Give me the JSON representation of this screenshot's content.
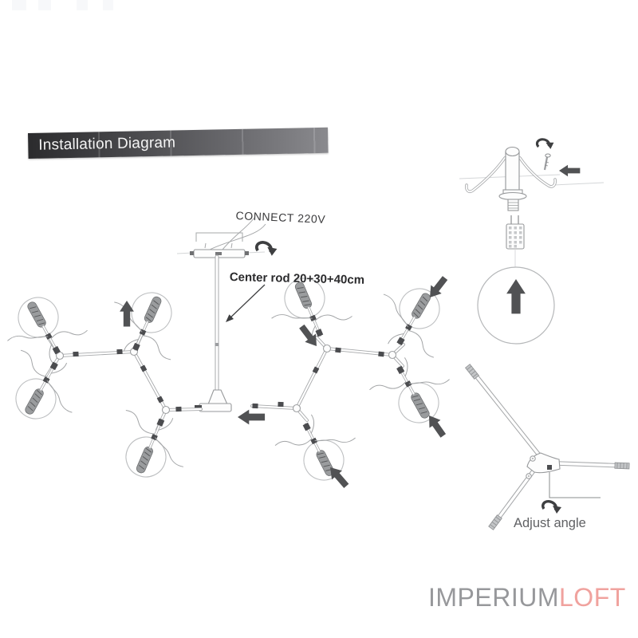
{
  "header": {
    "title": "Installation Diagram"
  },
  "annotations": {
    "connect_label": "CONNECT 220V",
    "center_rod_label": "Center rod 20+30+40cm",
    "adjust_angle_label": "Adjust angle"
  },
  "branding": {
    "logo_primary": "IMPERIUM",
    "logo_accent": "LOFT"
  },
  "colors": {
    "header_gradient_left": "#2b2b2d",
    "header_gradient_right": "#8a8a8e",
    "header_text": "#f4f4f4",
    "label_text": "#2b2b2d",
    "secondary_text": "#606164",
    "diagram_line": "#a7a9ab",
    "dark_fitting": "#4b4c4f",
    "assembly_arrow": "#515254",
    "logo_gray": "#97989b",
    "logo_pink": "#f0a29e"
  },
  "icons": {
    "assembly_arrow": "solid-block-arrow",
    "rotation_arrow": "curved-screw-arrow",
    "insert_bulb_arrow": "up-arrow-in-circle",
    "bulb_branch_count": 8
  }
}
